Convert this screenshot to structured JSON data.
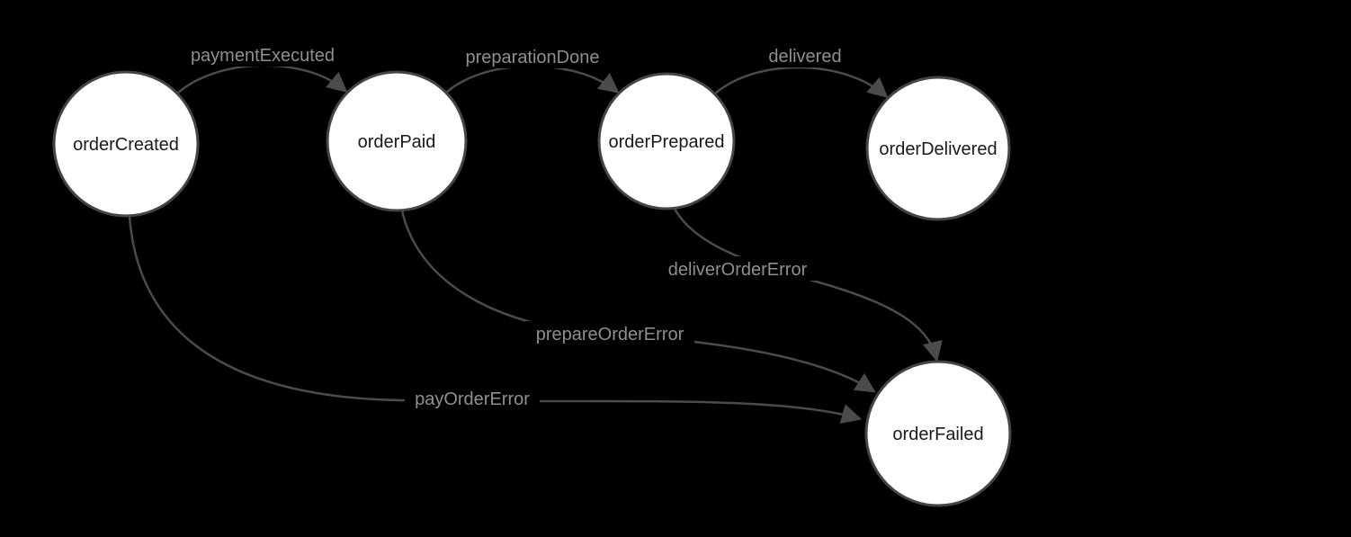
{
  "diagram": {
    "type": "state-diagram",
    "nodes": [
      {
        "id": "orderCreated",
        "label": "orderCreated"
      },
      {
        "id": "orderPaid",
        "label": "orderPaid"
      },
      {
        "id": "orderPrepared",
        "label": "orderPrepared"
      },
      {
        "id": "orderDelivered",
        "label": "orderDelivered"
      },
      {
        "id": "orderFailed",
        "label": "orderFailed"
      }
    ],
    "edges": [
      {
        "from": "orderCreated",
        "to": "orderPaid",
        "label": "paymentExecuted"
      },
      {
        "from": "orderPaid",
        "to": "orderPrepared",
        "label": "preparationDone"
      },
      {
        "from": "orderPrepared",
        "to": "orderDelivered",
        "label": "delivered"
      },
      {
        "from": "orderCreated",
        "to": "orderFailed",
        "label": "payOrderError"
      },
      {
        "from": "orderPaid",
        "to": "orderFailed",
        "label": "prepareOrderError"
      },
      {
        "from": "orderPrepared",
        "to": "orderFailed",
        "label": "deliverOrderError"
      }
    ]
  },
  "colors": {
    "background": "#000000",
    "node_fill": "#ffffff",
    "node_stroke": "#454545",
    "node_text": "#1a1a1a",
    "edge_stroke": "#4b4b4b",
    "edge_label": "#8f8f8f"
  }
}
